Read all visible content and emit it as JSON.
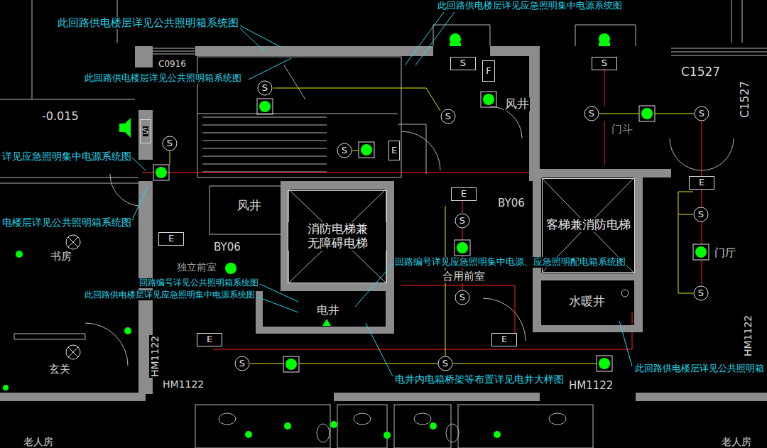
{
  "diagram": {
    "nodes": [
      {
        "text": [
          "S"
        ]
      },
      {
        "text": [
          "S"
        ]
      },
      {
        "text": [
          "F"
        ]
      },
      {
        "text": [
          "S"
        ]
      },
      {
        "text": [
          "S"
        ]
      },
      {
        "text": [
          "S"
        ]
      },
      {
        "text": [
          "S"
        ]
      },
      {
        "text": [
          "S"
        ]
      },
      {
        "text": [
          "S"
        ]
      },
      {
        "text": [
          "S"
        ]
      },
      {
        "text": [
          "E"
        ]
      },
      {
        "text": [
          "E"
        ]
      },
      {
        "text": [
          "E"
        ]
      },
      {
        "text": [
          "S"
        ]
      },
      {
        "text": [
          "S"
        ]
      },
      {
        "text": [
          "消防电梯兼 无障碍电梯"
        ]
      },
      {
        "text": [
          "客梯兼消防电梯"
        ]
      },
      {
        "text": [
          "E"
        ]
      },
      {
        "text": [
          "S"
        ]
      },
      {
        "text": [
          "S"
        ]
      },
      {
        "text": [
          "E"
        ]
      },
      {
        "text": [
          "E"
        ]
      },
      {
        "text": [
          "S"
        ]
      },
      {
        "text": [
          "S"
        ]
      }
    ],
    "labels": [
      "此回路供电楼层详见应急照明集中电源系统图",
      "此回路供电楼层详见公共照明箱系统图",
      "C0916",
      "C1527",
      "此回路供电楼层详见公共照明箱系统图",
      "C1527",
      "风井",
      "-0.015",
      "门斗",
      "详见应急照明集中电源系统图",
      "风井",
      "BY06",
      "电楼层详见公共照明箱系统图",
      "BY06",
      "门厅",
      "书房",
      "回路编号详见应急照明集中电源、应急照明配电箱系统图",
      "独立前室",
      "合用前室",
      "回路编号详见公共照明箱系统图",
      "此回路供电楼层详见应急照明集中电源系统图",
      "水暖井",
      "电井",
      "HM1122",
      "此回路供电楼层详见公共照明箱",
      "玄关",
      "电井内电箱桥架等布置详见电井大样图",
      "HM1122",
      "HM1122",
      "HM1122",
      "老人房",
      "老人房"
    ]
  }
}
